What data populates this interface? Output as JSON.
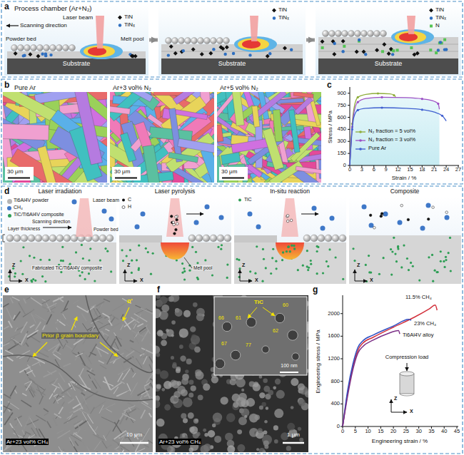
{
  "diagram": {
    "nodes": [
      {
        "text": [
          "Process chamber (Ar+N₂)",
          "Laser beam",
          "Scanning direction",
          "Melt pool",
          "Powder bed",
          "Substrate",
          "TiN",
          "TiNₓ"
        ]
      },
      {
        "text": [
          "TiN",
          "TiNₓ",
          "Substrate"
        ]
      },
      {
        "text": [
          "TiN",
          "TiNₓ",
          "N",
          "Substrate"
        ]
      },
      {
        "text": [
          "Pure Ar",
          "30 μm"
        ]
      },
      {
        "text": [
          "Ar+3 vol% N₂",
          "30 μm"
        ]
      },
      {
        "text": [
          "Ar+5 vol% N₂",
          "30 μm"
        ]
      }
    ],
    "edges": [
      {
        "from": 0,
        "to": 1,
        "arrow": "to"
      },
      {
        "from": 1,
        "to": 2,
        "arrow": "to"
      }
    ],
    "labels": [
      "a",
      "b",
      "c",
      "0",
      "150",
      "300",
      "450",
      "600",
      "750",
      "900",
      "0",
      "3",
      "6",
      "9",
      "12",
      "15",
      "18",
      "21",
      "24",
      "27",
      "Stress / MPa",
      "Strain / %",
      "d",
      "Laser irradiation",
      "Laser pyrolysis",
      "In-situ reaction",
      "Composite",
      "Laser beam",
      "Scanning direction",
      "Layer thickness",
      "Powder bed",
      "Fabricated TiC/Ti6Al4V composite",
      "C",
      "H",
      "Melt pool",
      "TiC",
      "Z",
      "X",
      "Z",
      "X",
      "Z",
      "X",
      "Z",
      "X",
      "e",
      "α'",
      "Prior β grain boundary",
      "10 μm",
      "Ar+23 vol% CH₄",
      "f",
      "TiC",
      "60",
      "66",
      "61",
      "62",
      "67",
      "77",
      "100 nm",
      "1 μm",
      "Ar+23 vol% CH₄",
      "g",
      "0",
      "400",
      "800",
      "1200",
      "1600",
      "2000",
      "0",
      "5",
      "10",
      "15",
      "20",
      "25",
      "30",
      "35",
      "40",
      "45",
      "Engineering stress / MPa",
      "Engineering strain / %",
      "11.5% CH₄",
      "23% CH₄",
      "Ti6Al4V alloy",
      "Compression load",
      "Z",
      "X"
    ],
    "legend": [
      {
        "text": "N₂ fraction = 5 vol%"
      },
      {
        "text": "N₂ fraction = 3 vol%"
      },
      {
        "text": "Pure Ar"
      },
      {
        "text": "Ti6Al4V powder",
        "color": "#b5b5b5"
      },
      {
        "text": "CH₄",
        "color": "#3f78c8"
      },
      {
        "text": "TiC/Ti6Al4V composite",
        "color": "#2e9e55"
      }
    ]
  }
}
